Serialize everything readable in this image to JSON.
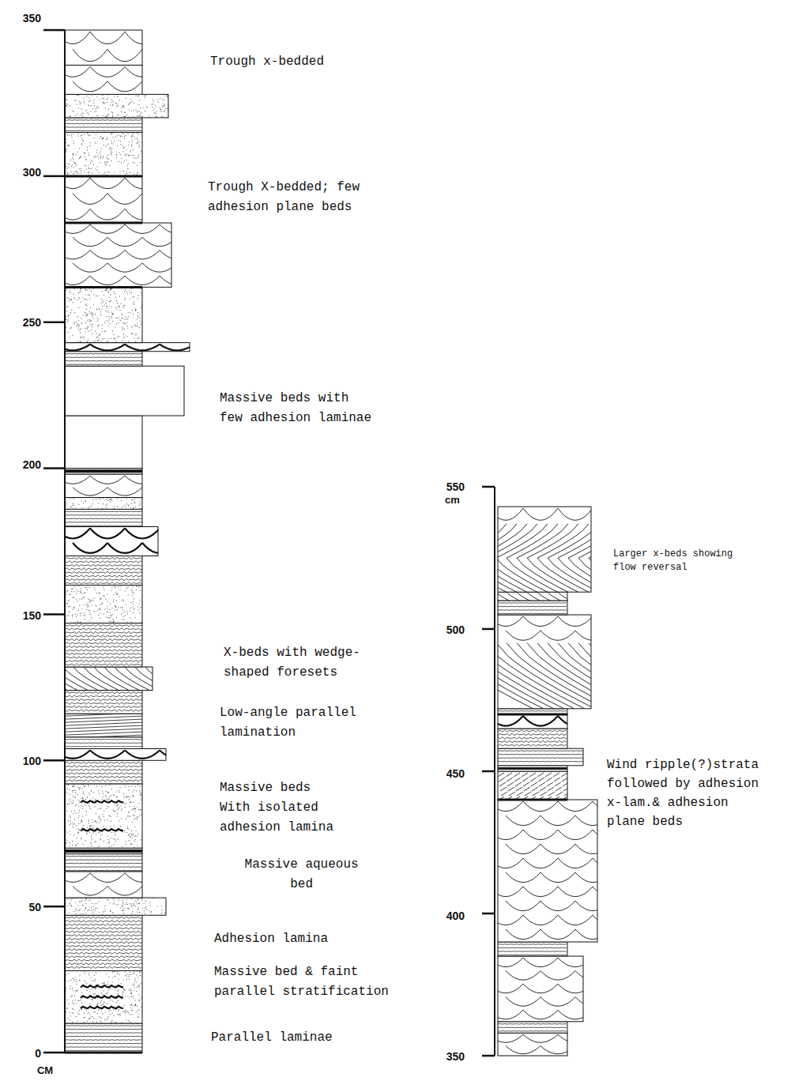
{
  "diagram": {
    "labels": [
      "350",
      "Trough x-bedded",
      "300",
      "Trough X-bedded; few adhesion plane beds",
      "250",
      "Massive beds with few adhesion laminae",
      "200",
      "550",
      "cm",
      "Larger x-beds showing flow reversal",
      "150",
      "X-beds with wedge-shaped foresets",
      "500",
      "Low-angle parallel lamination",
      "100",
      "Massive beds With isolated adhesion lamina",
      "450",
      "Wind ripple(?)strata followed by adhesion x-lam.& adhesion plane beds",
      "50",
      "Massive aqueous bed",
      "Adhesion lamina",
      "400",
      "Massive bed & faint parallel stratification",
      "Parallel laminae",
      "0",
      "350",
      "CM"
    ]
  }
}
